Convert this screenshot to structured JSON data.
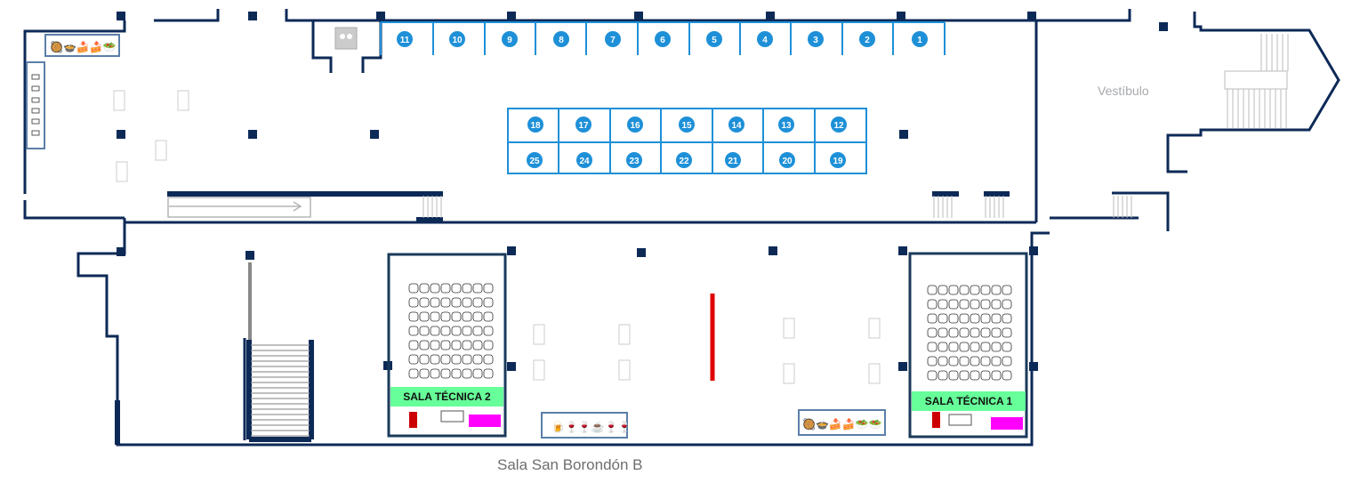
{
  "plan": {
    "title": "Sala San Borondón B",
    "vestibule_label": "Vestíbulo",
    "rooms": [
      {
        "name": "SALA TÉCNICA 2"
      },
      {
        "name": "SALA TÉCNICA 1"
      }
    ],
    "booths": {
      "top_row": [
        "11",
        "10",
        "9",
        "8",
        "7",
        "6",
        "5",
        "4",
        "3",
        "2",
        "1"
      ],
      "middle_row": [
        "18",
        "17",
        "16",
        "15",
        "14",
        "13",
        "12"
      ],
      "bottom_row": [
        "25",
        "24",
        "23",
        "22",
        "21",
        "20",
        "19"
      ]
    },
    "colors": {
      "wall": "#0d2a57",
      "booth": "#1e90d8",
      "room_label": "#66ff99",
      "red_marker": "#cc0000",
      "magenta_marker": "#ff00ff"
    },
    "icons": [
      "catering-icons",
      "service-icons",
      "elevator-icon",
      "drinks-icons",
      "chair-icon",
      "stairs-icon"
    ]
  }
}
